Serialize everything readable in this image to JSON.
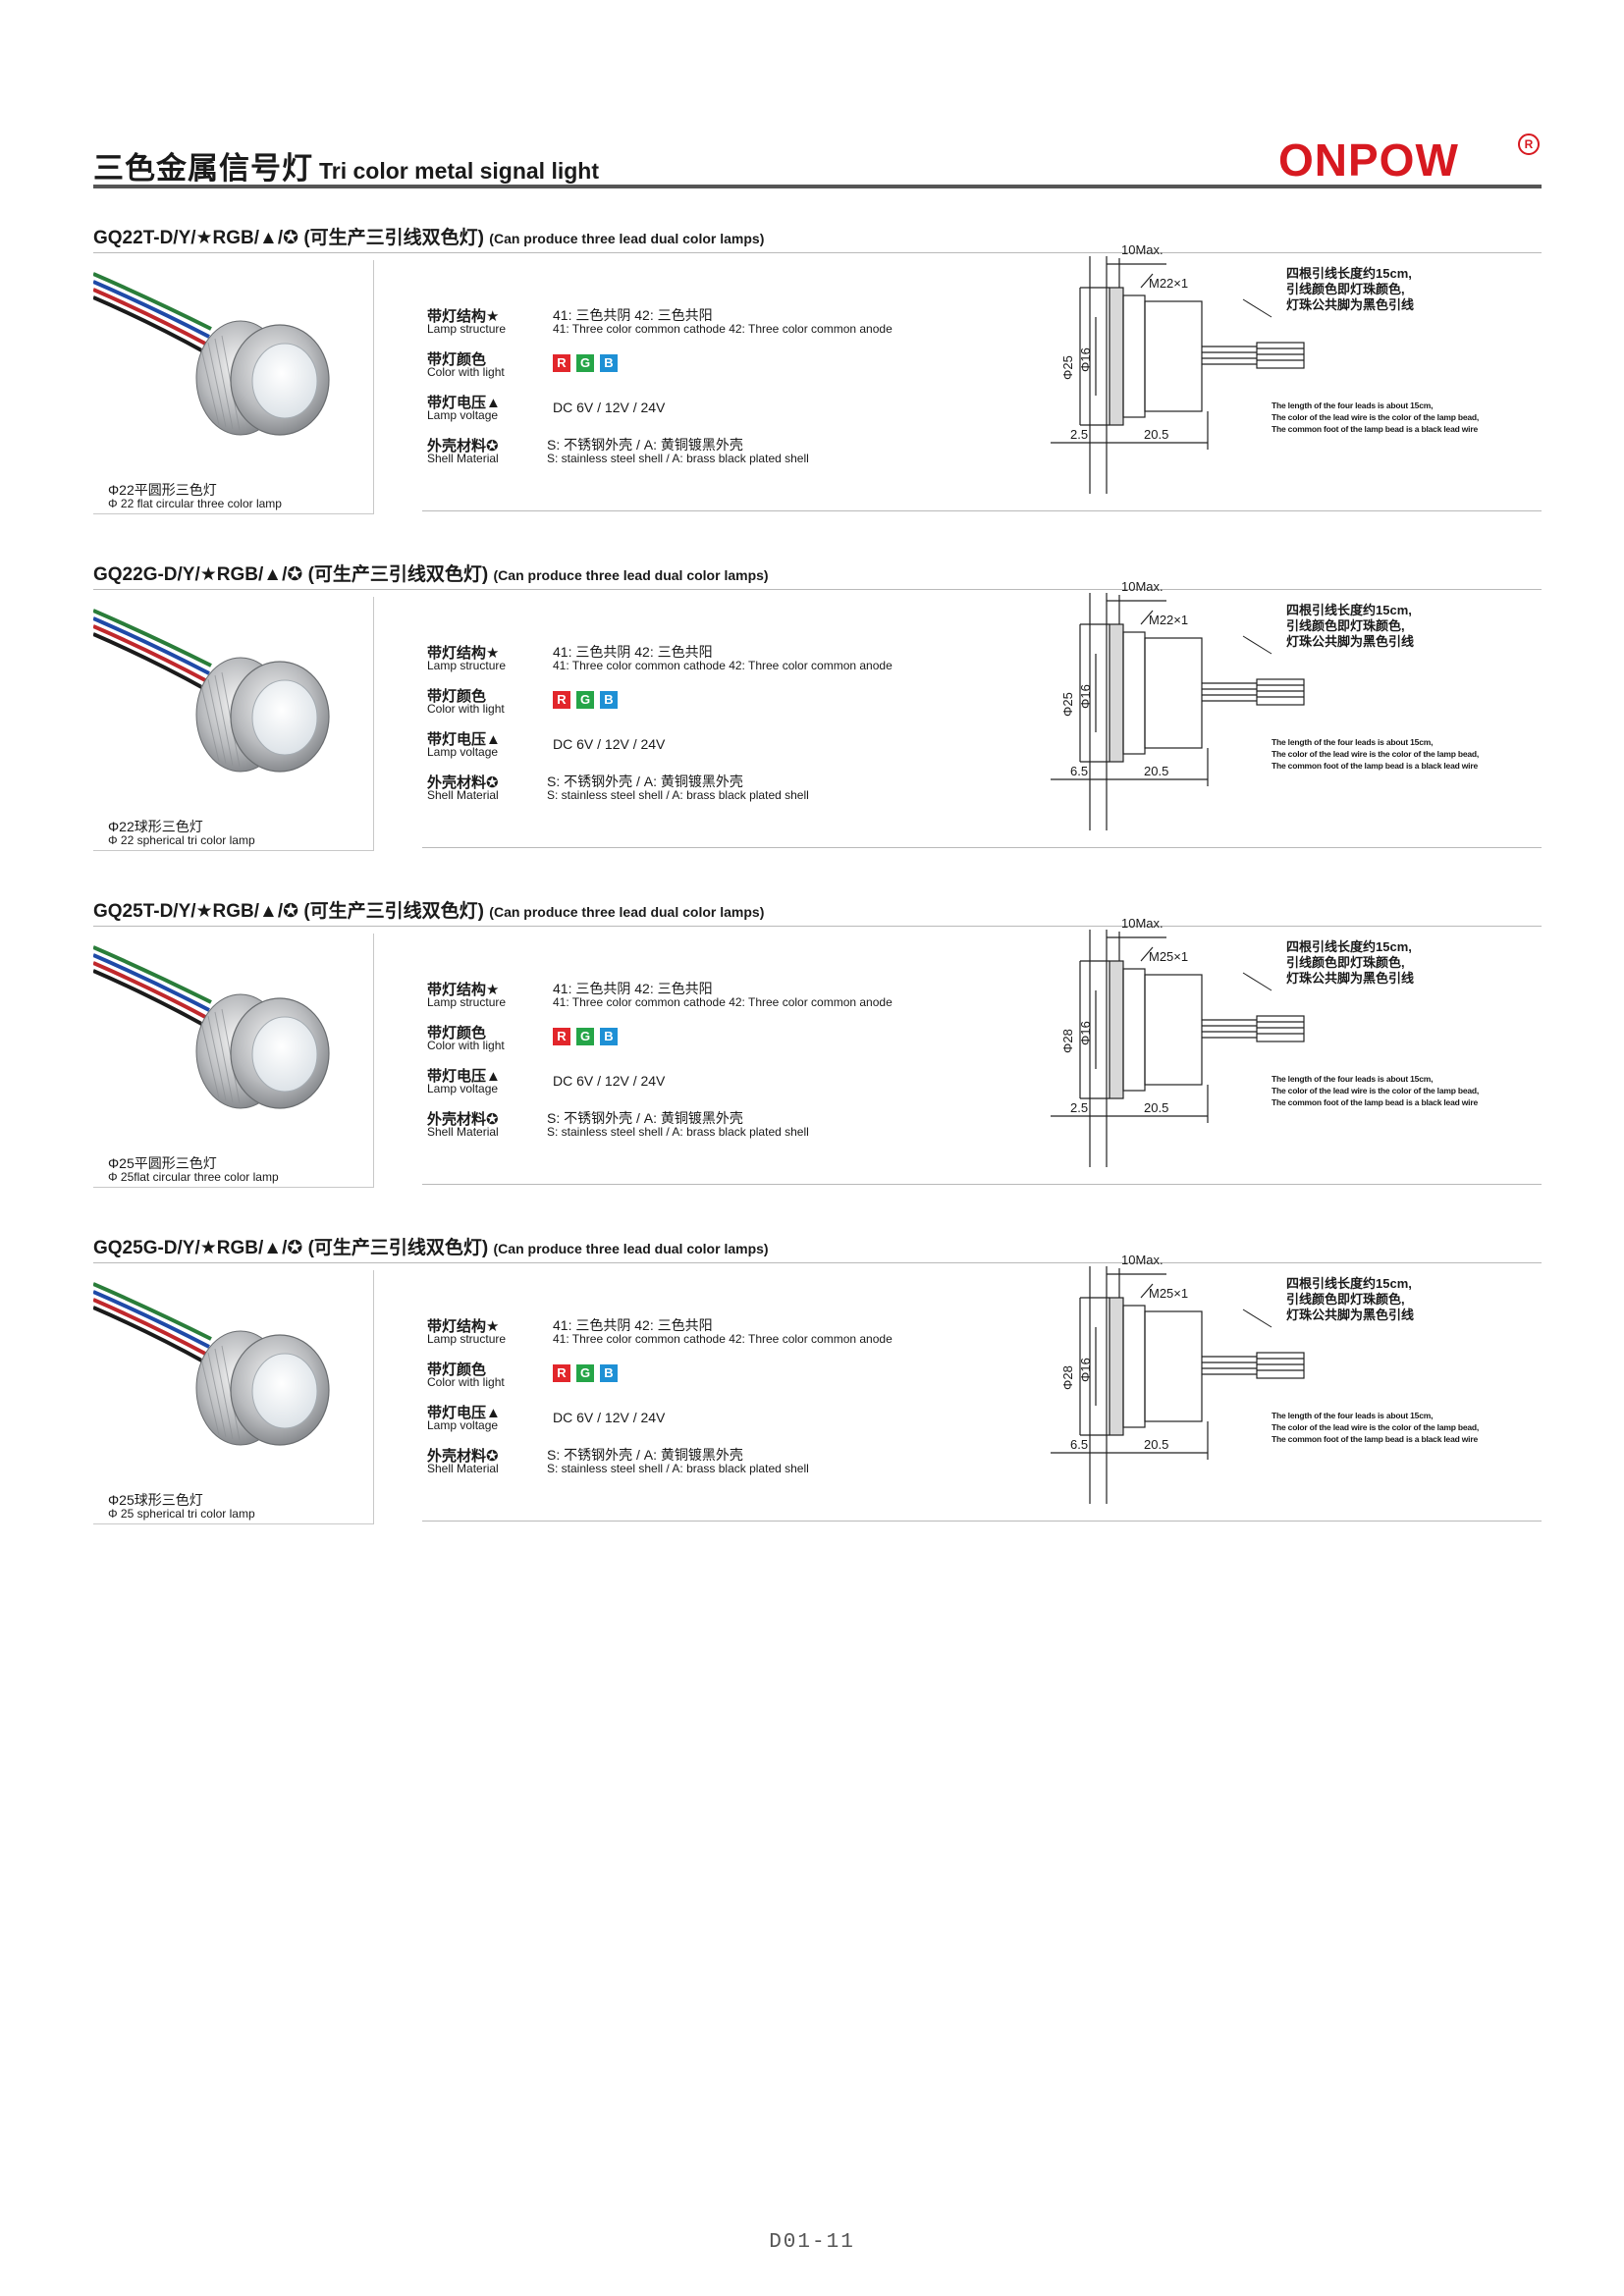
{
  "header": {
    "title_cn": "三色金属信号灯",
    "title_en": "Tri color metal signal light",
    "brand": "ONPOW",
    "brand_mark": "R"
  },
  "labels": {
    "lamp_structure_cn": "带灯结构★",
    "lamp_structure_en": "Lamp structure",
    "color_cn": "带灯颜色",
    "color_en": "Color with light",
    "voltage_cn": "带灯电压▲",
    "voltage_en": "Lamp voltage",
    "shell_cn": "外壳材料✪",
    "shell_en": "Shell Material"
  },
  "values": {
    "structure_cn": "41: 三色共阴    42: 三色共阳",
    "structure_en": "41: Three color common cathode  42: Three color common anode",
    "voltage": "DC 6V / 12V / 24V",
    "shell_cn": "S: 不锈钢外壳 / A: 黄铜镀黑外壳",
    "shell_en": "S: stainless steel shell /  A: brass black plated shell"
  },
  "colors": [
    {
      "letter": "R",
      "hex": "#e2262b"
    },
    {
      "letter": "G",
      "hex": "#25a548"
    },
    {
      "letter": "B",
      "hex": "#1e90d5"
    }
  ],
  "lead_note": {
    "cn1": "四根引线长度约15cm,",
    "cn2": "引线颜色即灯珠颜色,",
    "cn3": "灯珠公共脚为黑色引线",
    "en1": "The length of the four leads is about 15cm,",
    "en2": "The color of the lead wire is the color of the lamp bead,",
    "en3": "The common foot of the lamp bead is a black lead wire"
  },
  "products": [
    {
      "model": "GQ22T-D/Y/★RGB/▲/✪",
      "model_cn": "(可生产三引线双色灯)",
      "model_note": "(Can produce three lead dual color lamps)",
      "caption_cn": "Φ22平圆形三色灯",
      "caption_en": "Φ 22 flat circular three color lamp",
      "dim_max": "10Max.",
      "thread": "M22×1",
      "outer_dia": "Φ25",
      "inner_dia": "Φ16",
      "front": "2.5",
      "depth": "20.5"
    },
    {
      "model": "GQ22G-D/Y/★RGB/▲/✪",
      "model_cn": "(可生产三引线双色灯)",
      "model_note": "(Can produce three lead dual color lamps)",
      "caption_cn": "Φ22球形三色灯",
      "caption_en": "Φ 22 spherical tri color lamp",
      "dim_max": "10Max.",
      "thread": "M22×1",
      "outer_dia": "Φ25",
      "inner_dia": "Φ16",
      "front": "6.5",
      "depth": "20.5"
    },
    {
      "model": "GQ25T-D/Y/★RGB/▲/✪",
      "model_cn": "(可生产三引线双色灯)",
      "model_note": "(Can produce three lead dual color lamps)",
      "caption_cn": "Φ25平圆形三色灯",
      "caption_en": "Φ 25flat circular three color lamp",
      "dim_max": "10Max.",
      "thread": "M25×1",
      "outer_dia": "Φ28",
      "inner_dia": "Φ16",
      "front": "2.5",
      "depth": "20.5"
    },
    {
      "model": "GQ25G-D/Y/★RGB/▲/✪",
      "model_cn": "(可生产三引线双色灯)",
      "model_note": "(Can produce three lead dual color lamps)",
      "caption_cn": "Φ25球形三色灯",
      "caption_en": "Φ 25 spherical tri color lamp",
      "dim_max": "10Max.",
      "thread": "M25×1",
      "outer_dia": "Φ28",
      "inner_dia": "Φ16",
      "front": "6.5",
      "depth": "20.5"
    }
  ],
  "footer": {
    "page_number": "D01-11"
  }
}
